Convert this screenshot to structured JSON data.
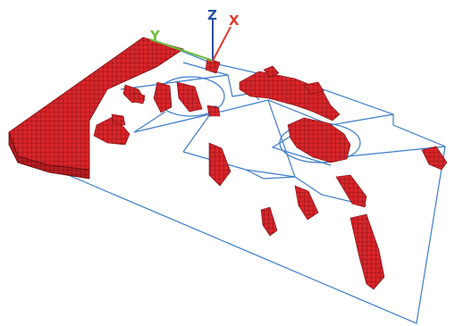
{
  "axes": {
    "x": {
      "label": "X",
      "color": "#e03a2f"
    },
    "y": {
      "label": "Y",
      "color": "#6cbf3c"
    },
    "z": {
      "label": "Z",
      "color": "#2a4fa8"
    }
  },
  "colors": {
    "outline": "#3d7cc9",
    "voxel_fill": "#d8252a",
    "voxel_edge": "#7a0d10",
    "background": "#ffffff"
  }
}
